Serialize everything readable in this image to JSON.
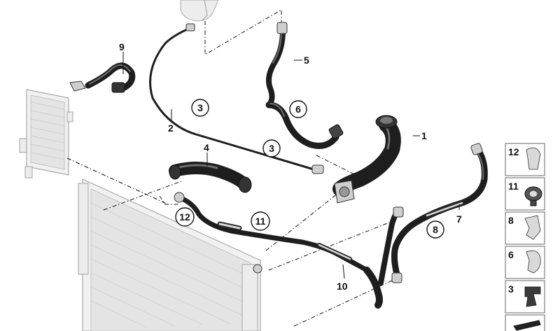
{
  "diagram": {
    "part_numbers": [
      {
        "id": "1",
        "text": "1"
      },
      {
        "id": "2",
        "text": "2"
      },
      {
        "id": "4",
        "text": "4"
      },
      {
        "id": "5",
        "text": "5"
      },
      {
        "id": "7",
        "text": "7"
      },
      {
        "id": "9",
        "text": "9"
      },
      {
        "id": "10",
        "text": "10"
      }
    ],
    "circled_refs": [
      {
        "id": "c3a",
        "text": "3"
      },
      {
        "id": "c3b",
        "text": "3"
      },
      {
        "id": "c6",
        "text": "6"
      },
      {
        "id": "c8",
        "text": "8"
      },
      {
        "id": "c11",
        "text": "11"
      },
      {
        "id": "c12",
        "text": "12"
      }
    ],
    "legend": [
      {
        "id": "12",
        "text": "12"
      },
      {
        "id": "11",
        "text": "11"
      },
      {
        "id": "8",
        "text": "8"
      },
      {
        "id": "6",
        "text": "6"
      },
      {
        "id": "3",
        "text": "3"
      }
    ],
    "colors": {
      "hose": "#1e1e1e",
      "radiator": "#e4e4e4",
      "line": "#111111"
    }
  }
}
